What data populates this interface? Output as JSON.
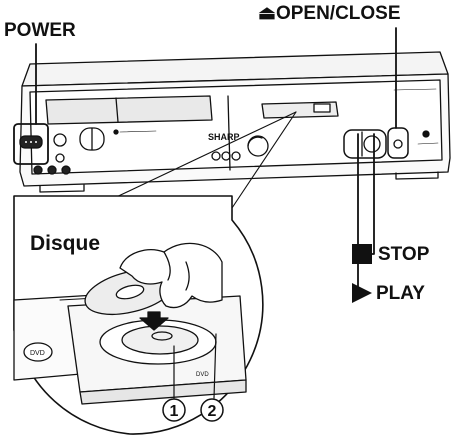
{
  "labels": {
    "power": "POWER",
    "open_close": "OPEN/CLOSE",
    "open_close_symbol": "⏏",
    "stop": "STOP",
    "play": "PLAY",
    "disque": "Disque",
    "callout_1": "1",
    "callout_2": "2"
  },
  "device": {
    "brand": "SHARP",
    "dvd_logo": "DVD"
  },
  "colors": {
    "line": "#111111",
    "body_fill": "#f2f2f2",
    "shade": "#d9d9d9"
  }
}
